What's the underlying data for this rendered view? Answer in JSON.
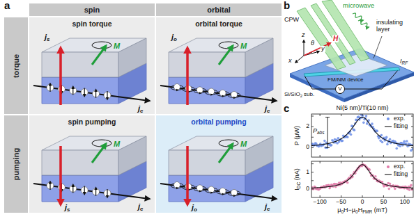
{
  "diagram": {
    "nodes": [
      {
        "text": [
          "spin"
        ]
      },
      {
        "text": [
          "orbital"
        ]
      },
      {
        "text": [
          "torque"
        ]
      },
      {
        "text": [
          "spin torque"
        ]
      },
      {
        "text": [
          "orbital torque"
        ]
      },
      {
        "text": [
          "pumping"
        ]
      },
      {
        "text": [
          "spin pumping"
        ]
      },
      {
        "text": [
          "orbital pumping"
        ]
      }
    ],
    "labels": [
      "a",
      "js",
      "M",
      "jc",
      "jo",
      "M",
      "jc",
      "M",
      "js",
      "jc",
      "M",
      "jo",
      "jc",
      "b",
      "microwave",
      "insulating layer",
      "CPW",
      "z",
      "y",
      "x",
      "θ",
      "H",
      "IRF",
      "V",
      "FM/NM device",
      "Si/SiO2 sub.",
      "c",
      "Ni(5 nm)/Ti(10 nm)",
      "P (μW)",
      "2",
      "0",
      "Pabs",
      "IDC (nA)",
      "1",
      "0",
      "−100",
      "−50",
      "0",
      "50",
      "100",
      "μ0H−μ0HFMR (mT)"
    ],
    "legend": [
      {
        "text": "exp."
      },
      {
        "text": "fitting"
      },
      {
        "text": "exp."
      },
      {
        "text": "fitting"
      }
    ]
  }
}
